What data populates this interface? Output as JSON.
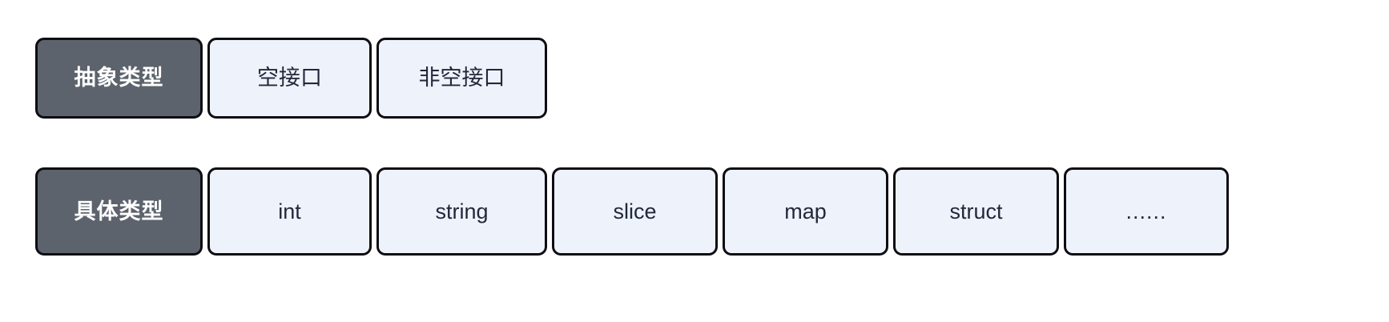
{
  "diagram": {
    "title": "Go type taxonomy",
    "background_color": "#ffffff",
    "colors": {
      "header_fill": "#5d636d",
      "header_text": "#ffffff",
      "cell_fill": "#eef2fb",
      "cell_text": "#22283a",
      "border": "#0d0d12"
    },
    "rows": [
      {
        "id": "abstract-types",
        "header": "抽象类型",
        "items": [
          "空接口",
          "非空接口"
        ]
      },
      {
        "id": "concrete-types",
        "header": "具体类型",
        "items": [
          "int",
          "string",
          "slice",
          "map",
          "struct",
          "......"
        ]
      }
    ]
  }
}
